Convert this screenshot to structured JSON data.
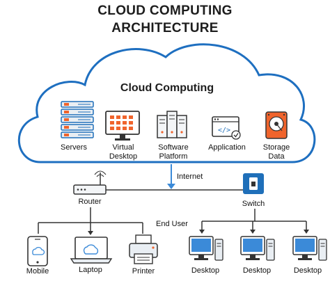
{
  "title": {
    "line1": "CLOUD COMPUTING",
    "line2": "ARCHITECTURE"
  },
  "cloud": {
    "label": "Cloud Computing",
    "services": [
      {
        "label": "Servers",
        "icon": "servers-icon"
      },
      {
        "label": "Virtual\nDesktop",
        "icon": "virtual-desktop-icon"
      },
      {
        "label": "Software\nPlatform",
        "icon": "software-platform-icon"
      },
      {
        "label": "Application",
        "icon": "application-icon"
      },
      {
        "label": "Storage\nData",
        "icon": "storage-data-icon"
      }
    ]
  },
  "network": {
    "internet": "Internet",
    "router": "Router",
    "switch": "Switch",
    "end_user": "End User"
  },
  "devices": {
    "mobile": "Mobile",
    "laptop": "Laptop",
    "printer": "Printer",
    "desktops": [
      "Desktop",
      "Desktop",
      "Desktop"
    ]
  },
  "colors": {
    "cloud_outline": "#1e6fc0",
    "accent_blue": "#3b8ad8",
    "icon_orange": "#f0642c",
    "icon_blue": "#1f6fb9",
    "line": "#333333"
  }
}
